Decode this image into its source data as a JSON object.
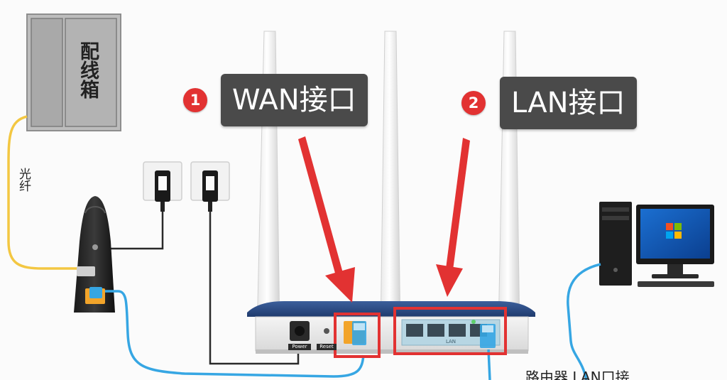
{
  "labels": {
    "box": "配线箱",
    "fiber": "光纤",
    "wan_badge": "1",
    "wan": "WAN接口",
    "lan_badge": "2",
    "lan": "LAN接口",
    "power_port": "Power",
    "reset_port": "Reset",
    "lan_strip": "LAN",
    "bottom_caption": "路由器 LAN口接"
  },
  "colors": {
    "highlight_red": "#e23232",
    "callout_bg": "#4a4a4a",
    "fiber_yellow": "#f3c742",
    "ethernet_blue": "#36a6e3",
    "router_blue": "#2f4f86"
  },
  "icons": {
    "plug_logo": "tp-link-logo"
  }
}
